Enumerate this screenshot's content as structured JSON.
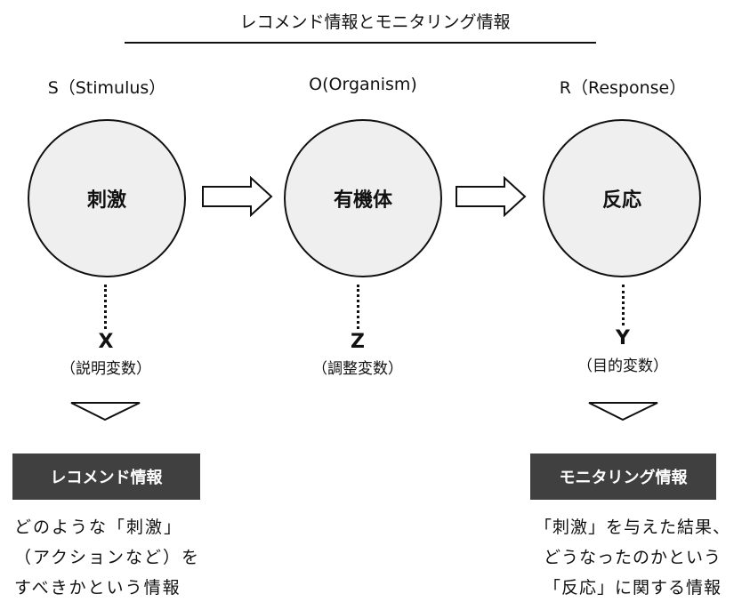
{
  "title": "レコメンド情報とモニタリング情報",
  "phases": [
    {
      "label": "S（Stimulus）",
      "circle": "刺激",
      "var": "X",
      "var_desc": "（説明変数）"
    },
    {
      "label": "O(Organism)",
      "circle": "有機体",
      "var": "Z",
      "var_desc": "（調整変数）"
    },
    {
      "label": "R（Response）",
      "circle": "反応",
      "var": "Y",
      "var_desc": "（目的変数）"
    }
  ],
  "recommend": {
    "label": "レコメンド情報",
    "lines": [
      "どのような「刺激」",
      "（アクションなど）を",
      "すべきかという情報"
    ]
  },
  "monitoring": {
    "label": "モニタリング情報",
    "lines": [
      "「刺激」を与えた結果、",
      "どうなったのかという",
      "「反応」に関する情報"
    ]
  }
}
